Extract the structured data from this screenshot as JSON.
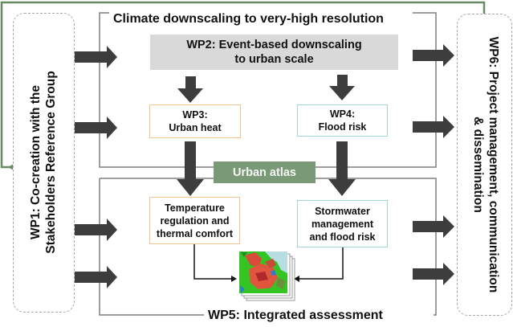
{
  "colors": {
    "feedback_line": "#6a8a66",
    "arrow": "#3d3d3d",
    "frame_line": "#7f7f7f",
    "wp2_fill": "#d9d9d9",
    "wp3_border": "#f2c28f",
    "wp4_border": "#9fd7d4",
    "urban_atlas_fill": "#7a9a77",
    "dashed_border": "#a8a8a8"
  },
  "wp1": {
    "line1": "WP1: Co-creation with the",
    "line2": "Stakeholders Reference Group"
  },
  "wp6": {
    "line1": "WP6: Project management, communication",
    "line2": "& dissemination"
  },
  "upper_section": {
    "title": "Climate downscaling to very-high resolution"
  },
  "wp2": {
    "line1": "WP2: Event-based downscaling",
    "line2": "to urban scale"
  },
  "wp3": {
    "line1": "WP3:",
    "line2": "Urban heat"
  },
  "wp4": {
    "line1": "WP4:",
    "line2": "Flood risk"
  },
  "urban_atlas": {
    "label": "Urban atlas"
  },
  "temperature_box": {
    "line1": "Temperature",
    "line2": "regulation and",
    "line3": "thermal comfort"
  },
  "stormwater_box": {
    "line1": "Stormwater",
    "line2": "management",
    "line3": "and flood risk"
  },
  "map_stack": {
    "icon": "urban-map-stack"
  },
  "lower_section": {
    "title": "WP5: Integrated assessment"
  },
  "flow": {
    "edges": [
      {
        "from": "WP1",
        "to": "Climate downscaling"
      },
      {
        "from": "WP1",
        "to": "WP5"
      },
      {
        "from": "WP2",
        "to": "WP3"
      },
      {
        "from": "WP2",
        "to": "WP4"
      },
      {
        "from": "WP3",
        "to": "Temperature regulation and thermal comfort"
      },
      {
        "from": "WP4",
        "to": "Stormwater management and flood risk"
      },
      {
        "from": "Temperature regulation and thermal comfort",
        "to": "Urban map"
      },
      {
        "from": "Stormwater management and flood risk",
        "to": "Urban map"
      },
      {
        "from": "Climate downscaling",
        "to": "WP6"
      },
      {
        "from": "WP5",
        "to": "WP6"
      },
      {
        "from": "WP6",
        "to": "WP1",
        "type": "feedback"
      }
    ]
  }
}
